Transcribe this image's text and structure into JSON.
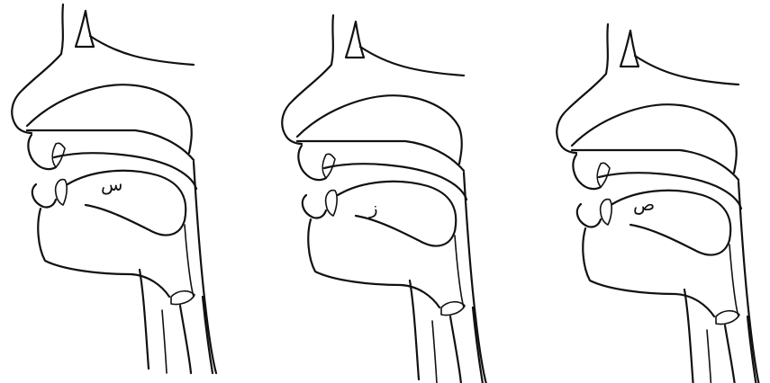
{
  "figures": [
    {
      "letter": "س"
    },
    {
      "letter": "ز"
    },
    {
      "letter": "ص"
    }
  ],
  "colors": {
    "ink": "#111111",
    "background": "#ffffff"
  }
}
